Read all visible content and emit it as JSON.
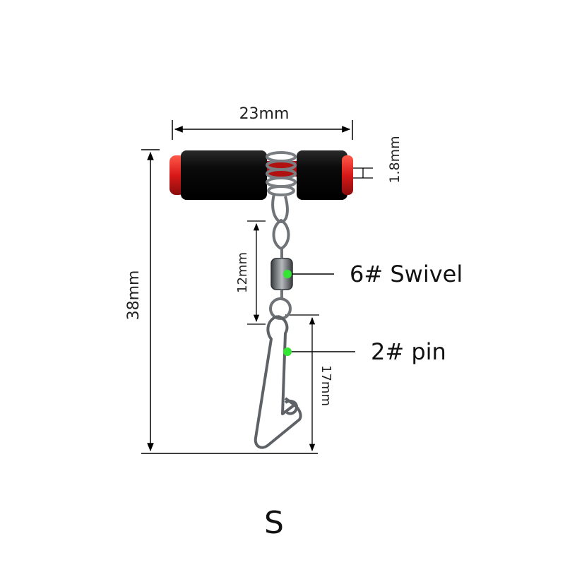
{
  "dimensions": {
    "width_label": "23mm",
    "height_label": "38mm",
    "tube_label": "1.8mm",
    "swivel_label": "12mm",
    "pin_label": "17mm"
  },
  "callouts": {
    "swivel": "6# Swivel",
    "pin": "2# pin"
  },
  "size_label": "S",
  "colors": {
    "tube": "#0d0d0d",
    "cap": "#e01a1a",
    "metal": "#6f7378",
    "marker": "#33e633",
    "dim_line": "#000000"
  }
}
